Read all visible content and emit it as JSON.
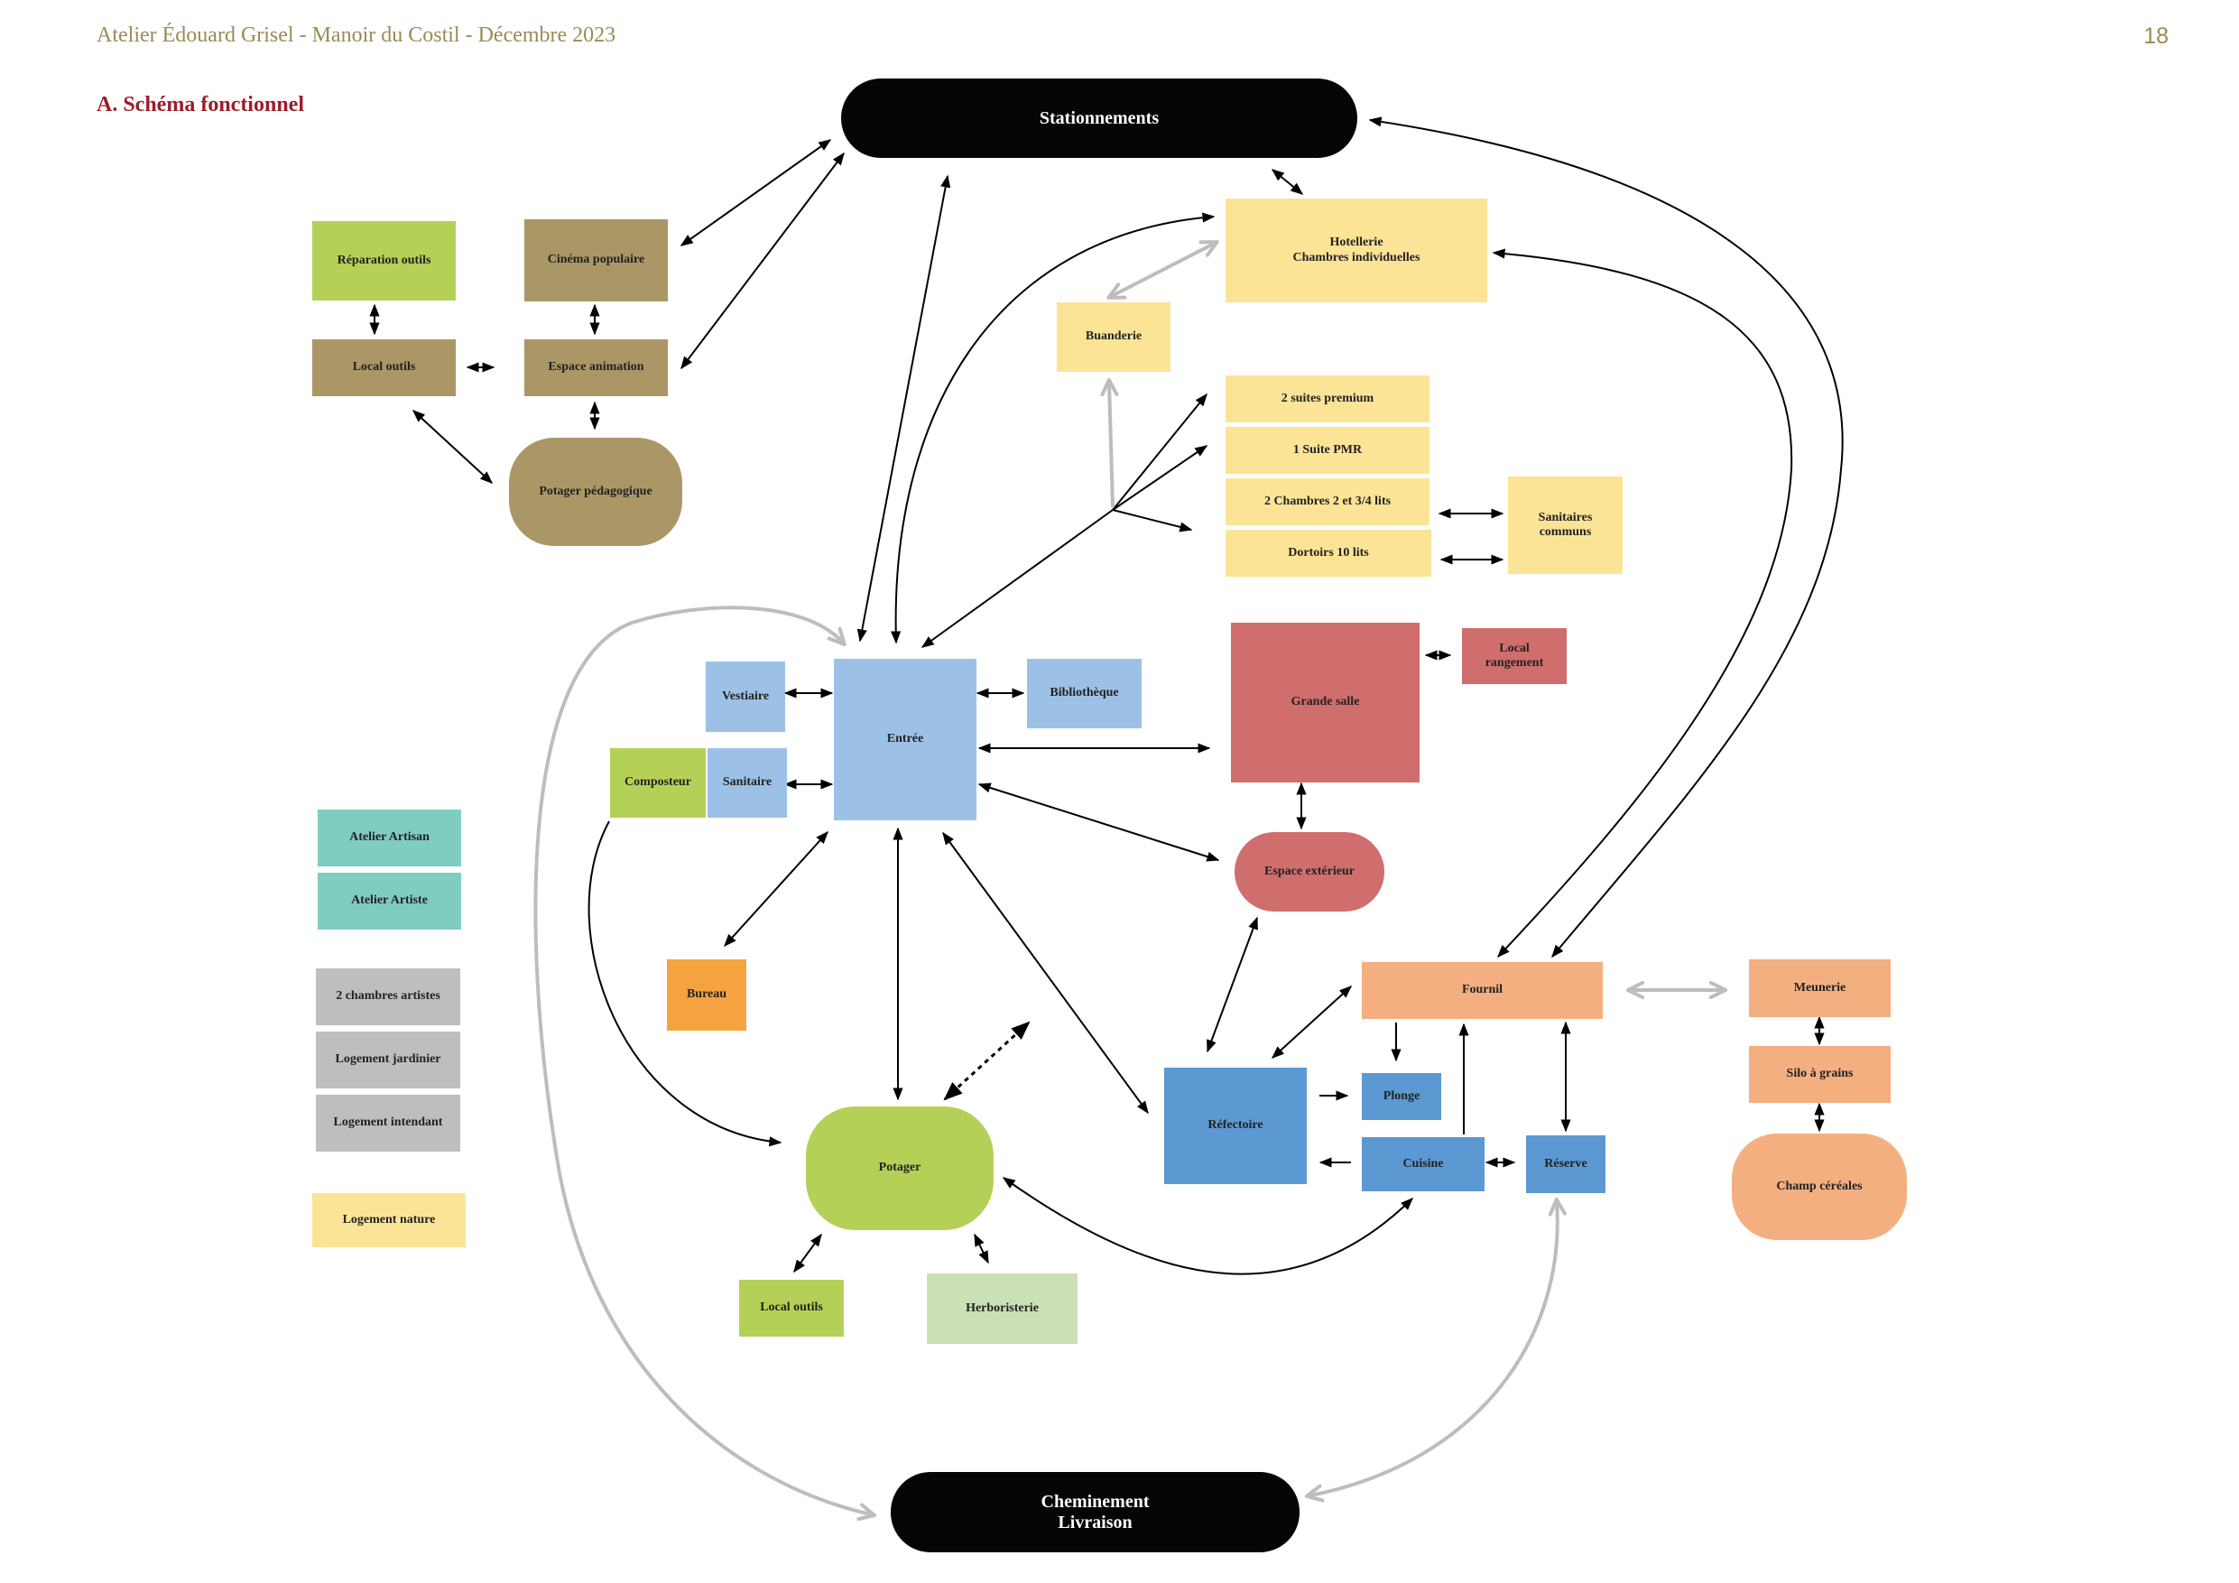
{
  "header": {
    "title": "Atelier Édouard Grisel - Manoir du Costil -  Décembre 2023",
    "page": "18"
  },
  "section_title": "A.  Schéma fonctionnel",
  "colors": {
    "black": "#050505",
    "olive": "#ab9766",
    "lime": "#b5d057",
    "yellow": "#fce496",
    "light_blue": "#9dc1e6",
    "blue": "#5c99d3",
    "red": "#cf6e6d",
    "orange_light": "#f4af80",
    "orange": "#f5a340",
    "teal": "#7fccc0",
    "grey": "#bfbebe",
    "pale_green": "#cbe0b4",
    "arrow": "#000000",
    "arrow_grey": "#bdbdbd"
  },
  "nodes": {
    "stationnements": {
      "label": "Stationnements",
      "color": "black"
    },
    "cheminement": {
      "label": "Cheminement\nLivraison",
      "color": "black"
    },
    "reparation_outils": {
      "label": "Réparation outils",
      "color": "lime"
    },
    "cinema_populaire": {
      "label": "Cinéma populaire",
      "color": "olive"
    },
    "local_outils_haut": {
      "label": "Local outils",
      "color": "olive"
    },
    "espace_animation": {
      "label": "Espace animation",
      "color": "olive"
    },
    "potager_pedagogique": {
      "label": "Potager pédagogique",
      "color": "olive"
    },
    "hotellerie": {
      "label": "Hotellerie\nChambres individuelles",
      "color": "yellow"
    },
    "buanderie": {
      "label": "Buanderie",
      "color": "yellow"
    },
    "suites_premium": {
      "label": "2 suites premium",
      "color": "yellow"
    },
    "suite_pmr": {
      "label": "1 Suite PMR",
      "color": "yellow"
    },
    "chambres_2_3_4": {
      "label": "2 Chambres 2 et 3/4 lits",
      "color": "yellow"
    },
    "dortoirs": {
      "label": "Dortoirs 10 lits",
      "color": "yellow"
    },
    "sanitaires_communs": {
      "label": "Sanitaires\ncommuns",
      "color": "yellow"
    },
    "vestiaire": {
      "label": "Vestiaire",
      "color": "light_blue"
    },
    "entree": {
      "label": "Entrée",
      "color": "light_blue"
    },
    "bibliotheque": {
      "label": "Bibliothèque",
      "color": "light_blue"
    },
    "composteur": {
      "label": "Composteur",
      "color": "lime"
    },
    "sanitaire": {
      "label": "Sanitaire",
      "color": "light_blue"
    },
    "grande_salle": {
      "label": "Grande salle",
      "color": "red"
    },
    "local_rangement": {
      "label": "Local\nrangement",
      "color": "red"
    },
    "espace_exterieur": {
      "label": "Espace extérieur",
      "color": "red"
    },
    "bureau": {
      "label": "Bureau",
      "color": "orange"
    },
    "potager": {
      "label": "Potager",
      "color": "lime"
    },
    "local_outils_bas": {
      "label": "Local outils",
      "color": "lime"
    },
    "herboristerie": {
      "label": "Herboristerie",
      "color": "pale_green"
    },
    "fournil": {
      "label": "Fournil",
      "color": "orange_light"
    },
    "refectoire": {
      "label": "Réfectoire",
      "color": "blue"
    },
    "plonge": {
      "label": "Plonge",
      "color": "blue"
    },
    "cuisine": {
      "label": "Cuisine",
      "color": "blue"
    },
    "reserve": {
      "label": "Réserve",
      "color": "blue"
    },
    "meunerie": {
      "label": "Meunerie",
      "color": "orange_light"
    },
    "silo": {
      "label": "Silo à grains",
      "color": "orange_light"
    },
    "champ_cereales": {
      "label": "Champ céréales",
      "color": "orange_light"
    },
    "atelier_artisan": {
      "label": "Atelier Artisan",
      "color": "teal"
    },
    "atelier_artiste": {
      "label": "Atelier Artiste",
      "color": "teal"
    },
    "chambres_artistes": {
      "label": "2 chambres artistes",
      "color": "grey"
    },
    "logement_jardinier": {
      "label": "Logement jardinier",
      "color": "grey"
    },
    "logement_intendant": {
      "label": "Logement intendant",
      "color": "grey"
    },
    "logement_nature": {
      "label": "Logement nature",
      "color": "yellow"
    }
  }
}
